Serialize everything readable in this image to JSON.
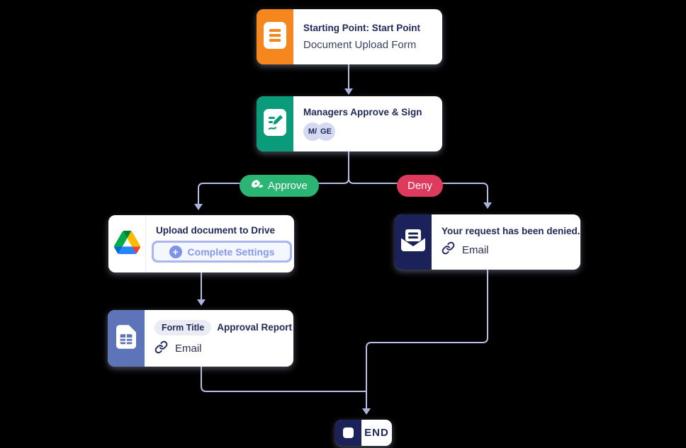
{
  "flow": {
    "start": {
      "title": "Starting Point: Start Point",
      "subtitle": "Document Upload Form",
      "accent": "#F6861E"
    },
    "approval": {
      "title": "Managers Approve & Sign",
      "avatars": [
        "M/",
        "GE"
      ],
      "accent": "#0A9B7B"
    },
    "branches": {
      "approve_label": "Approve",
      "approve_color": "#2BB573",
      "deny_label": "Deny",
      "deny_color": "#DE3A5E"
    },
    "drive": {
      "title": "Upload document to Drive",
      "button_label": "Complete Settings"
    },
    "denied": {
      "title": "Your request has been denied.",
      "channel": "Email",
      "accent": "#1A2259"
    },
    "report": {
      "badge": "Form Title",
      "title": "Approval Report",
      "channel": "Email",
      "accent": "#5E74B9"
    },
    "end": {
      "label": "END"
    }
  },
  "style": {
    "connector_color": "#B9C0E6",
    "background": "#000000"
  },
  "icons": [
    "form-icon",
    "sign-icon",
    "pen-nib-icon",
    "google-drive-icon",
    "plus-icon",
    "mail-icon",
    "link-icon",
    "report-icon",
    "stop-icon"
  ]
}
